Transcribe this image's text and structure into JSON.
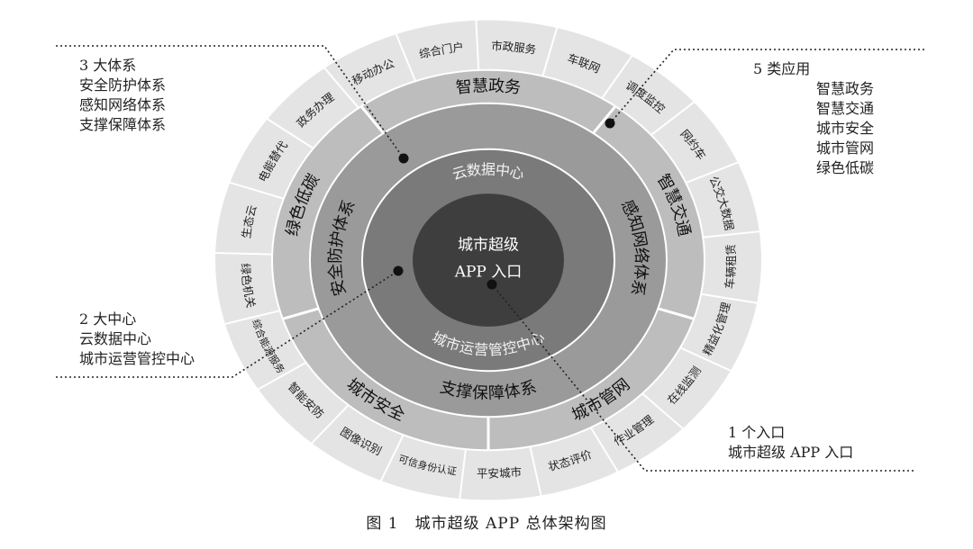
{
  "center": {
    "line1": "城市超级",
    "line2": "APP 入口"
  },
  "ring2_labels": {
    "cloud": "云数据中心",
    "ops": "城市运营管控中心"
  },
  "ring3_labels": {
    "security": "安全防护体系",
    "sensing": "感知网络体系",
    "support": "支撑保障体系"
  },
  "ring4_labels": {
    "gov": "智慧政务",
    "traffic": "智慧交通",
    "pipe": "城市管网",
    "safety": "城市安全",
    "green": "绿色低碳"
  },
  "outer_items": [
    "政务办理",
    "移动办公",
    "综合门户",
    "市政服务",
    "车联网",
    "调度监控",
    "网约车",
    "公交大数据",
    "车辆租赁",
    "精益化管理",
    "在线监测",
    "作业管理",
    "状态评价",
    "平安城市",
    "可信身份认证",
    "图像识别",
    "智能安防",
    "综合能源服务",
    "绿色机关",
    "生态云",
    "电能替代"
  ],
  "annotations": {
    "systems": [
      "3 大体系",
      "安全防护体系",
      "感知网络体系",
      "支撑保障体系"
    ],
    "apps": [
      "5 类应用",
      "智慧政务",
      "智慧交通",
      "城市安全",
      "城市管网",
      "绿色低碳"
    ],
    "centers": [
      "2 大中心",
      "云数据中心",
      "城市运营管控中心"
    ],
    "entry": [
      "1 个入口",
      "城市超级 APP 入口"
    ]
  },
  "caption": "图 1　城市超级 APP 总体架构图",
  "colors": {
    "outer": "#e4e4e4",
    "ring4": "#bdbdbd",
    "ring3": "#9a9a9a",
    "ring2": "#7a7a7a",
    "center": "#3e3e3e"
  }
}
